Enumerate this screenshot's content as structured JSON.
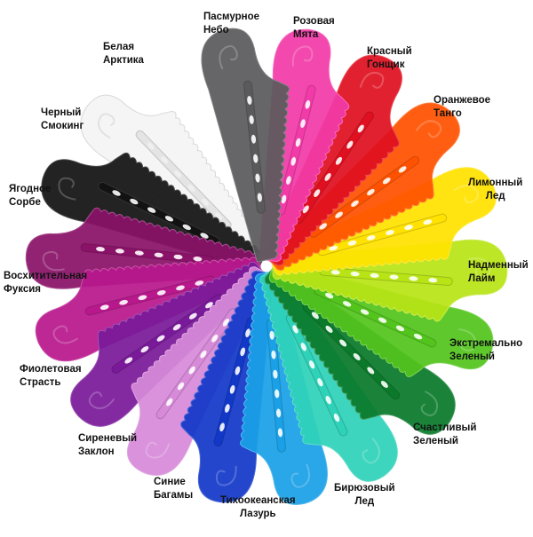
{
  "swatches": [
    {
      "name": "Пасмурное Небо",
      "lines": [
        "Пасмурное",
        "Небо"
      ],
      "color": "#5a5a5c"
    },
    {
      "name": "Розовая Мята",
      "lines": [
        "Розовая",
        "Мята"
      ],
      "color": "#f23aa8"
    },
    {
      "name": "Красный Гонщик",
      "lines": [
        "Красный",
        "Гонщик"
      ],
      "color": "#e01020"
    },
    {
      "name": "Оранжевое Танго",
      "lines": [
        "Оранжевое",
        "Танго"
      ],
      "color": "#ff5200"
    },
    {
      "name": "Лимонный Лед",
      "lines": [
        "Лимонный",
        "Лед"
      ],
      "color": "#ffe200"
    },
    {
      "name": "Надменный Лайм",
      "lines": [
        "Надменный",
        "Лайм"
      ],
      "color": "#b8e416"
    },
    {
      "name": "Экстремально Зеленый",
      "lines": [
        "Экстремально",
        "Зеленый"
      ],
      "color": "#52c41c"
    },
    {
      "name": "Счастливый Зеленый",
      "lines": [
        "Счастливый",
        "Зеленый"
      ],
      "color": "#0a7a2a"
    },
    {
      "name": "Бирюзовый Лед",
      "lines": [
        "Бирюзовый",
        "Лед"
      ],
      "color": "#2ed2b8"
    },
    {
      "name": "Тихоокеанская Лазурь",
      "lines": [
        "Тихоокеанская",
        "Лазурь"
      ],
      "color": "#1aa0e6"
    },
    {
      "name": "Синие Багамы",
      "lines": [
        "Синие",
        "Багамы"
      ],
      "color": "#1238c8"
    },
    {
      "name": "Сиреневый Заклон",
      "lines": [
        "Сиреневый",
        "Заклон"
      ],
      "color": "#d68ad8"
    },
    {
      "name": "Фиолетовая Страсть",
      "lines": [
        "Фиолетовая",
        "Страсть"
      ],
      "color": "#7a1a9a"
    },
    {
      "name": "Восхитительная Фуксия",
      "lines": [
        "Восхитительная",
        "Фуксия"
      ],
      "color": "#b8188c"
    },
    {
      "name": "Ягодное Сорбе",
      "lines": [
        "Ягодное",
        "Сорбе"
      ],
      "color": "#8a1268"
    },
    {
      "name": "Черный Смокинг",
      "lines": [
        "Черный",
        "Смокинг"
      ],
      "color": "#121212"
    },
    {
      "name": "Белая Арктика",
      "lines": [
        "Белая",
        "Арктика"
      ],
      "color": "#f4f4f4"
    }
  ]
}
